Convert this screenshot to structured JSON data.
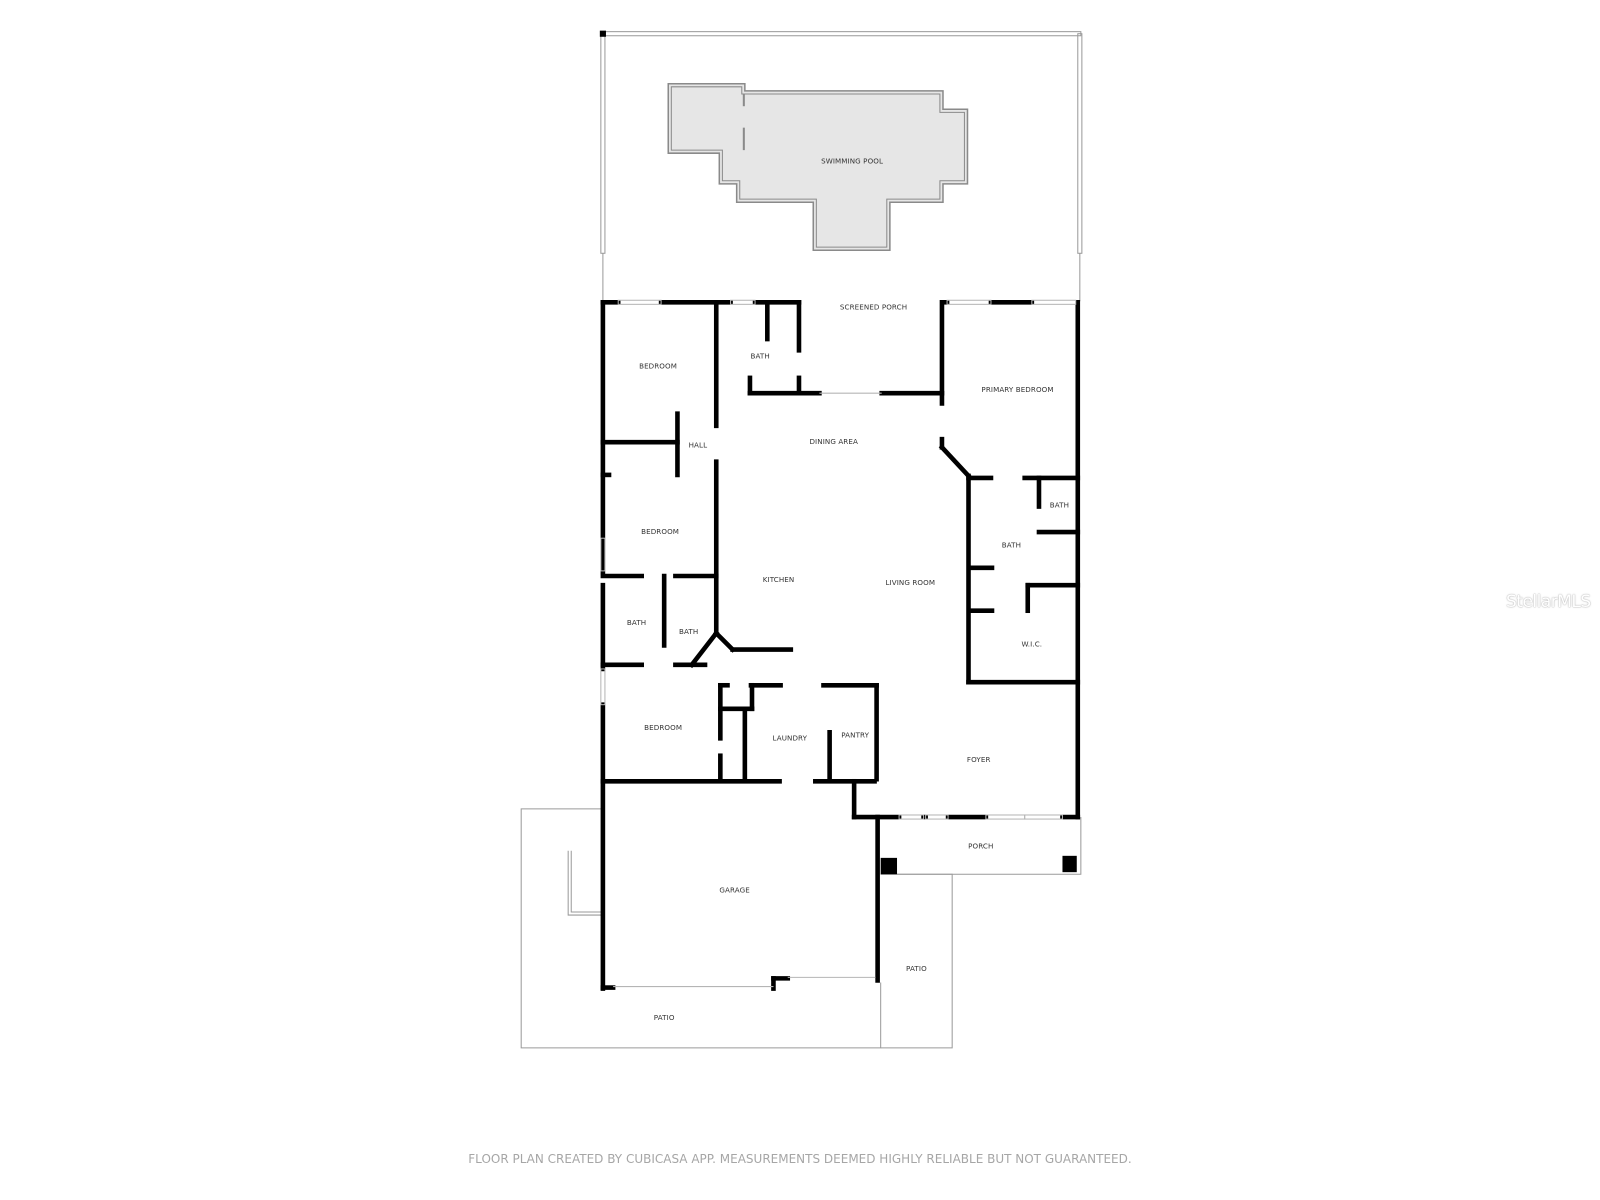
{
  "plan": {
    "type": "floor-plan",
    "rooms": {
      "swimming_pool": "SWIMMING POOL",
      "screened_porch": "SCREENED PORCH",
      "bedroom_nw": "BEDROOM",
      "bath_north": "BATH",
      "primary_bedroom": "PRIMARY BEDROOM",
      "hall": "HALL",
      "dining_area": "DINING AREA",
      "bath_primary_small": "BATH",
      "bedroom_west": "BEDROOM",
      "bath_primary": "BATH",
      "kitchen": "KITCHEN",
      "living_room": "LIVING ROOM",
      "bath_west_1": "BATH",
      "bath_west_2": "BATH",
      "wic": "W.I.C.",
      "bedroom_sw": "BEDROOM",
      "laundry": "LAUNDRY",
      "pantry": "PANTRY",
      "foyer": "FOYER",
      "porch": "PORCH",
      "garage": "GARAGE",
      "patio_east": "PATIO",
      "patio_south": "PATIO"
    },
    "colors": {
      "wall": "#000000",
      "pool_fill": "#e6e6e6",
      "outline": "#9a9a9a",
      "label": "#333333"
    }
  },
  "footer": {
    "disclaimer": "FLOOR PLAN CREATED BY CUBICASA APP. MEASUREMENTS DEEMED HIGHLY RELIABLE BUT NOT GUARANTEED."
  },
  "watermark": {
    "text": "StellarMLS"
  }
}
